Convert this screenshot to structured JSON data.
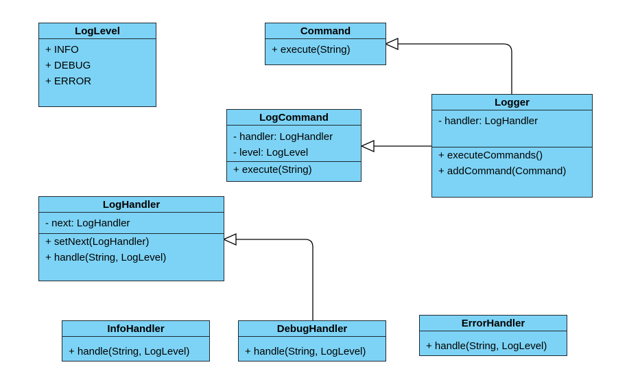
{
  "classes": {
    "loglevel": {
      "name": "LogLevel",
      "attributes": [
        "+ INFO",
        "+ DEBUG",
        "+ ERROR"
      ],
      "operations": []
    },
    "command": {
      "name": "Command",
      "attributes": [],
      "operations": [
        "+ execute(String)"
      ]
    },
    "logcommand": {
      "name": "LogCommand",
      "attributes": [
        "- handler: LogHandler",
        "- level: LogLevel"
      ],
      "operations": [
        "+ execute(String)"
      ]
    },
    "logger": {
      "name": "Logger",
      "attributes": [
        "- handler: LogHandler"
      ],
      "operations": [
        "+ executeCommands()",
        "+ addCommand(Command)"
      ]
    },
    "loghandler": {
      "name": "LogHandler",
      "attributes": [
        "- next: LogHandler"
      ],
      "operations": [
        "+ setNext(LogHandler)",
        "+ handle(String, LogLevel)"
      ]
    },
    "infohandler": {
      "name": "InfoHandler",
      "attributes": [],
      "operations": [
        "+ handle(String, LogLevel)"
      ]
    },
    "debughandler": {
      "name": "DebugHandler",
      "attributes": [],
      "operations": [
        "+ handle(String, LogLevel)"
      ]
    },
    "errorhandler": {
      "name": "ErrorHandler",
      "attributes": [],
      "operations": [
        "+ handle(String, LogLevel)"
      ]
    }
  },
  "relations": [
    {
      "from": "Logger",
      "to": "Command",
      "type": "generalization"
    },
    {
      "from": "Logger",
      "to": "LogCommand",
      "type": "generalization"
    },
    {
      "from": "DebugHandler",
      "to": "LogHandler",
      "type": "generalization"
    }
  ],
  "colors": {
    "class_fill": "#7dd3f5",
    "stroke": "#1f2a33",
    "background": "#ffffff"
  }
}
